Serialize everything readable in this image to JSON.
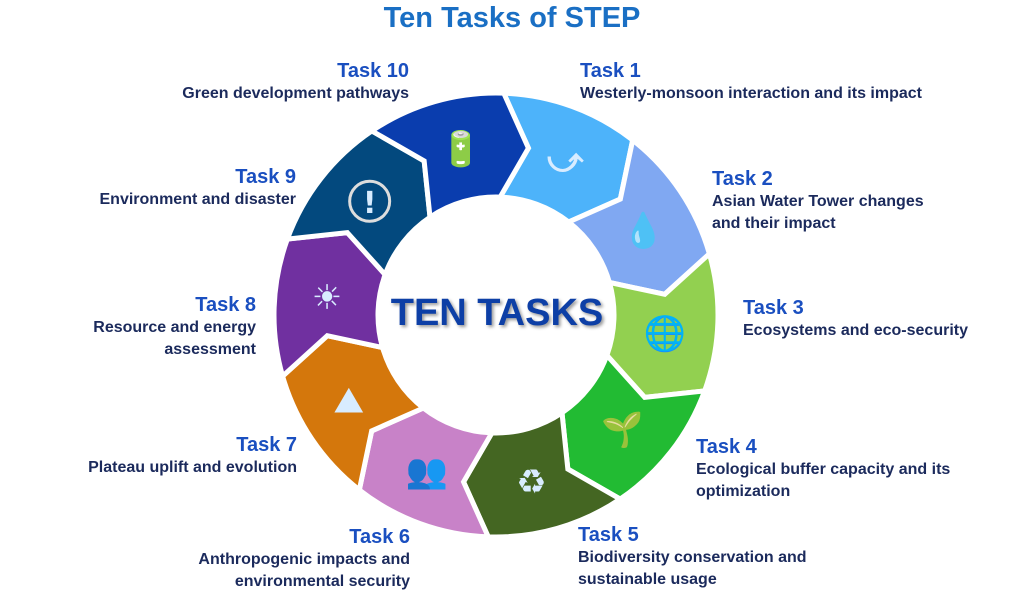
{
  "title": "Ten Tasks of STEP",
  "center": "TEN TASKS",
  "tasks": [
    {
      "name": "Task 1",
      "desc": [
        "Westerly-monsoon interaction and its impact"
      ],
      "color": "#4db3fa",
      "icon": "circulation-arrows-icon"
    },
    {
      "name": "Task 2",
      "desc": [
        "Asian Water Tower changes",
        "and their impact"
      ],
      "color": "#80a8f2",
      "icon": "water-drops-icon"
    },
    {
      "name": "Task 3",
      "desc": [
        "Ecosystems and eco-security"
      ],
      "color": "#92d050",
      "icon": "leaf-globe-icon"
    },
    {
      "name": "Task 4",
      "desc": [
        "Ecological buffer capacity and its",
        "optimization"
      ],
      "color": "#22bb33",
      "icon": "hand-sprout-icon"
    },
    {
      "name": "Task 5",
      "desc": [
        "Biodiversity conservation and",
        "sustainable usage"
      ],
      "color": "#446622",
      "icon": "recycle-leaf-icon"
    },
    {
      "name": "Task 6",
      "desc": [
        "Anthropogenic impacts and",
        "environmental security"
      ],
      "color": "#c882c8",
      "icon": "people-group-icon"
    },
    {
      "name": "Task 7",
      "desc": [
        "Plateau uplift and evolution"
      ],
      "color": "#d4770c",
      "icon": "mountain-icon"
    },
    {
      "name": "Task 8",
      "desc": [
        "Resource and energy",
        "assessment"
      ],
      "color": "#7030a0",
      "icon": "solar-panel-icon"
    },
    {
      "name": "Task 9",
      "desc": [
        "Environment and disaster"
      ],
      "color": "#03497e",
      "icon": "warning-icon"
    },
    {
      "name": "Task 10",
      "desc": [
        "Green development pathways"
      ],
      "color": "#0a3dae",
      "icon": "green-battery-icon"
    }
  ]
}
